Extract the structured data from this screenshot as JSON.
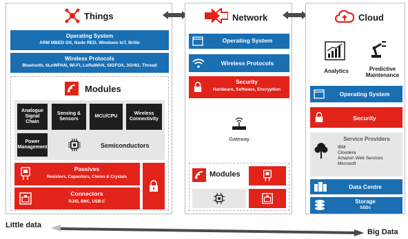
{
  "things": {
    "title": "Things",
    "os": {
      "title": "Operating System",
      "detail": "ARM MBED OS, Node RED, Windows IoT, Brillo"
    },
    "wireless": {
      "title": "Wireless Protocols",
      "detail": "Bluetooth, 6LoWPAN, Wi-Fi, LoRaWAN, SIGFOX, 3G/4G, Thread"
    },
    "modules": {
      "title": "Modules",
      "chips": [
        "Analogue Signal Chain",
        "Sensing & Sensors",
        "MCU/CPU",
        "Wireless Connectivity",
        "Power Management"
      ],
      "semiconductors_label": "Semiconductors",
      "passives": {
        "title": "Passives",
        "detail": "Resistors, Capacitors, Clocks & Crystals"
      },
      "connectors": {
        "title": "Connectors",
        "detail": "RJ45, BNC, USB-C"
      }
    }
  },
  "network": {
    "title": "Network",
    "os_label": "Operating System",
    "wireless_label": "Wireless Protocols",
    "security": {
      "title": "Security",
      "detail": "Hardware, Software, Encryption"
    },
    "gateway_label": "Gateway",
    "modules_label": "Modules"
  },
  "cloud": {
    "title": "Cloud",
    "analytics_label": "Analytics",
    "maintenance_label": "Predictive Maintenance",
    "os_label": "Operating System",
    "security_label": "Security",
    "providers": {
      "title": "Service Providers",
      "items": [
        "IBM",
        "Cloudera",
        "Amazon Web Services",
        "Microsoft"
      ]
    },
    "datacentre_label": "Data Centre",
    "storage": {
      "title": "Storage",
      "detail": "SSDs"
    }
  },
  "scale": {
    "left_label": "Little data",
    "right_label": "Big Data"
  },
  "colors": {
    "blue": "#1a6fb3",
    "red": "#e2231a",
    "dark": "#1e1e1e",
    "gray": "#e6e6e6"
  },
  "icons": [
    "network-nodes-icon",
    "network-arrow-icon",
    "cloud-icon",
    "analytics-chart-icon",
    "robot-arm-icon",
    "browser-window-icon",
    "wifi-icon",
    "padlock-icon",
    "router-icon",
    "module-card-icon",
    "chip-icon",
    "resistor-icon",
    "ethernet-port-icon",
    "tree-icon",
    "server-rack-icon",
    "database-icon"
  ]
}
